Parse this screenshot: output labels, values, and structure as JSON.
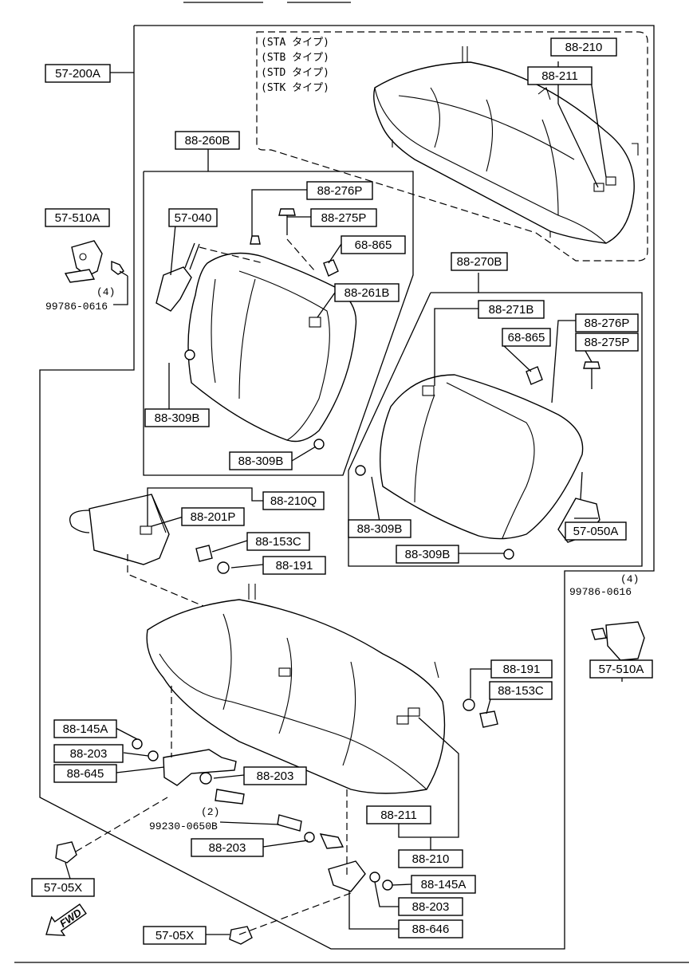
{
  "variants": [
    "(STA タイプ)",
    "(STB タイプ)",
    "(STD タイプ)",
    "(STK タイプ)"
  ],
  "qty_notes": [
    "(4)",
    "(4)",
    "(2)"
  ],
  "bolt_codes": [
    "99786-0616",
    "99786-0616",
    "99230-0650B"
  ],
  "fwd_label": "FWD",
  "part_labels": [
    "57-200A",
    "88-210",
    "88-211",
    "88-260B",
    "88-276P",
    "88-275P",
    "57-510A",
    "57-040",
    "68-865",
    "88-261B",
    "88-309B",
    "88-309B",
    "88-270B",
    "88-271B",
    "68-865",
    "88-276P",
    "88-275P",
    "88-210Q",
    "88-201P",
    "88-153C",
    "88-191",
    "88-309B",
    "88-309B",
    "57-050A",
    "57-510A",
    "88-191",
    "88-153C",
    "88-145A",
    "88-203",
    "88-645",
    "88-203",
    "88-211",
    "88-203",
    "88-210",
    "57-05X",
    "88-145A",
    "88-203",
    "88-646",
    "57-05X"
  ]
}
